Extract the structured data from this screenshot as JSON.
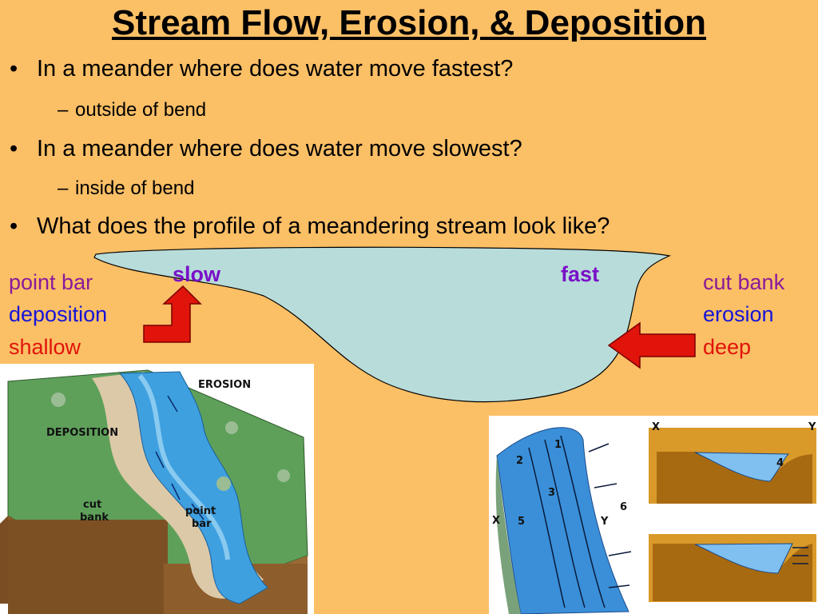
{
  "slide": {
    "title": "Stream Flow, Erosion, & Deposition",
    "bullets": [
      {
        "text": "In a meander where does water move fastest?",
        "sub": "outside of bend"
      },
      {
        "text": "In a meander where does water move slowest?",
        "sub": "inside of bend"
      },
      {
        "text": "What does the profile of a meandering stream look like?"
      }
    ],
    "bullet_marker": "•",
    "sub_marker": "–"
  },
  "profile": {
    "slow_label": "slow",
    "fast_label": "fast",
    "left_labels": [
      "point bar",
      "deposition",
      "shallow"
    ],
    "right_labels": [
      "cut bank",
      "erosion",
      "deep"
    ]
  },
  "diagram_left": {
    "erosion": "EROSION",
    "deposition": "DEPOSITION",
    "cut_bank": [
      "cut",
      "bank"
    ],
    "point_bar": [
      "point",
      "bar"
    ]
  },
  "diagram_right": {
    "x_label": "X",
    "y_label": "Y",
    "numbers": [
      "1",
      "2",
      "3",
      "4",
      "5",
      "6"
    ]
  },
  "colors": {
    "background": "#fbbf66",
    "water_profile": "#b8dcd9",
    "arrow_red": "#e0140a",
    "slow_fast_text": "#7a10c8",
    "point_bar_text": "#8a1a9a",
    "erosion_text": "#1414d8",
    "shallow_deep_text": "#e0140a"
  }
}
